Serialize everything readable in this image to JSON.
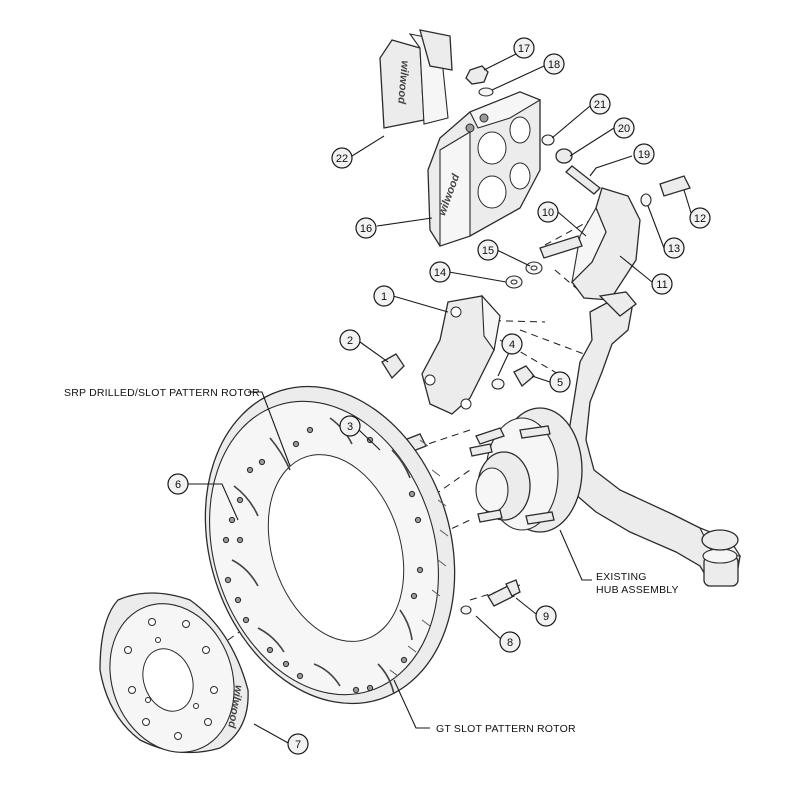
{
  "callouts": {
    "srp_rotor": "SRP DRILLED/SLOT PATTERN ROTOR",
    "hub_line1": "EXISTING",
    "hub_line2": "HUB ASSEMBLY",
    "gt_rotor": "GT SLOT PATTERN ROTOR"
  },
  "brand_marks": {
    "pad": "wilwood",
    "caliper": "wilwood",
    "hat": "wilwood"
  },
  "parts": [
    {
      "num": "1"
    },
    {
      "num": "2"
    },
    {
      "num": "3"
    },
    {
      "num": "4"
    },
    {
      "num": "5"
    },
    {
      "num": "6"
    },
    {
      "num": "7"
    },
    {
      "num": "8"
    },
    {
      "num": "9"
    },
    {
      "num": "10"
    },
    {
      "num": "11"
    },
    {
      "num": "12"
    },
    {
      "num": "13"
    },
    {
      "num": "14"
    },
    {
      "num": "15"
    },
    {
      "num": "16"
    },
    {
      "num": "17"
    },
    {
      "num": "18"
    },
    {
      "num": "19"
    },
    {
      "num": "20"
    },
    {
      "num": "21"
    },
    {
      "num": "22"
    }
  ],
  "colors": {
    "line": "#1a1a1a",
    "fill": "#ececec",
    "bubble": "#f2f2f2"
  }
}
